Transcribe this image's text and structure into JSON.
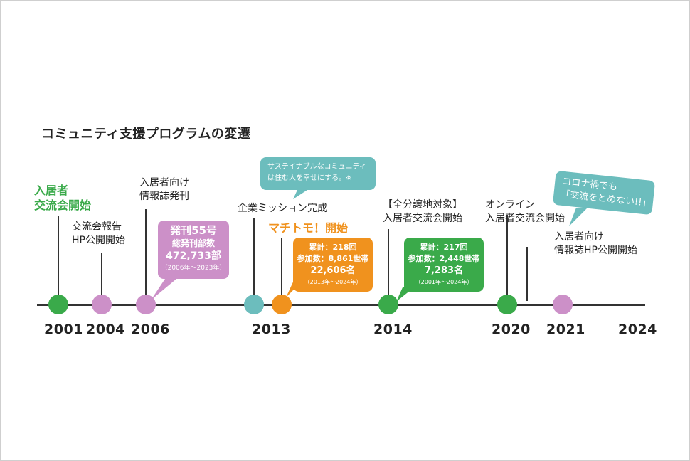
{
  "title": "コミュニティ支援プログラムの変遷",
  "years": [
    "2001",
    "2004",
    "2006",
    "2013",
    "2014",
    "2020",
    "2021",
    "2024"
  ],
  "events": {
    "e2001": [
      "入居者",
      "交流会開始"
    ],
    "e2004": [
      "交流会報告",
      "HP公開開始"
    ],
    "e2006": [
      "入居者向け",
      "情報誌発刊"
    ],
    "e2013": [
      "企業ミッション完成"
    ],
    "e2013b": "マチトモ！開始",
    "e2014": [
      "【全分譲地対象】",
      "入居者交流会開始"
    ],
    "e2020": [
      "オンライン",
      "入居者交流会開始"
    ],
    "e2021": [
      "入居者向け",
      "情報誌HP公開開始"
    ]
  },
  "bubbles": {
    "b2006": [
      "発刊55号",
      "総発刊部数",
      "472,733部",
      "（2006年～2023年）"
    ],
    "b2013": [
      "累計：218回",
      "参加数：8,861世帯",
      "22,606名",
      "（2013年～2024年）"
    ],
    "b2014": [
      "累計：217回",
      "参加数：2,448世帯",
      "7,283名",
      "（2001年～2024年）"
    ],
    "mission": [
      "サステイナブルなコミュニティ",
      "は住む人を幸せにする。※"
    ],
    "corona": [
      "コロナ禍でも",
      "「交流をとめない!!」"
    ]
  },
  "colors": {
    "green": "#3aaa4a",
    "purple": "#cc90c8",
    "teal": "#6cbdbd",
    "orange": "#f0921e",
    "axis": "#333333"
  }
}
